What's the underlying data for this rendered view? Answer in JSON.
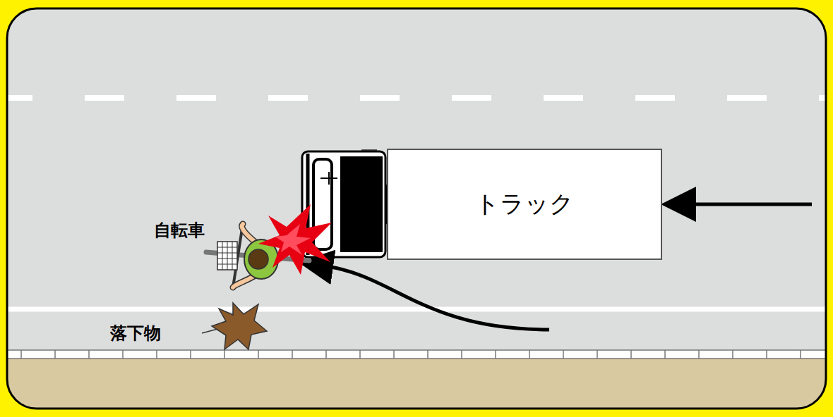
{
  "diagram": {
    "nodes": [
      {
        "text": [
          "トラック"
        ]
      }
    ],
    "labels": [
      "自転車",
      "落下物"
    ]
  }
}
